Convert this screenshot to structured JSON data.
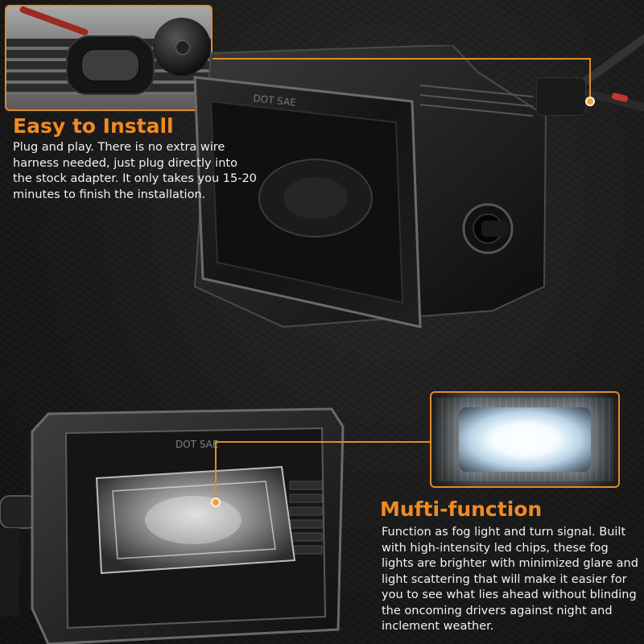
{
  "colors": {
    "accent": "#f08a24",
    "background": "#1b1b1b",
    "text": "#f2f2f2"
  },
  "install": {
    "title": "Easy to Install",
    "description": "Plug and play. There is no extra wire harness needed, just plug directly into the stock adapter. It only takes you 15-20 minutes to finish the installation."
  },
  "multifunction": {
    "title": "Mufti-function",
    "description": "Function as fog light and turn signal. Built with high-intensity led chips, these fog lights are brighter with minimized glare and light scattering that will make it easier for you to see what lies ahead without blinding the oncoming drivers against night and inclement weather."
  },
  "lamp_marking_top": "DOT SAE",
  "lamp_marking_bottom": "DOT SAE"
}
